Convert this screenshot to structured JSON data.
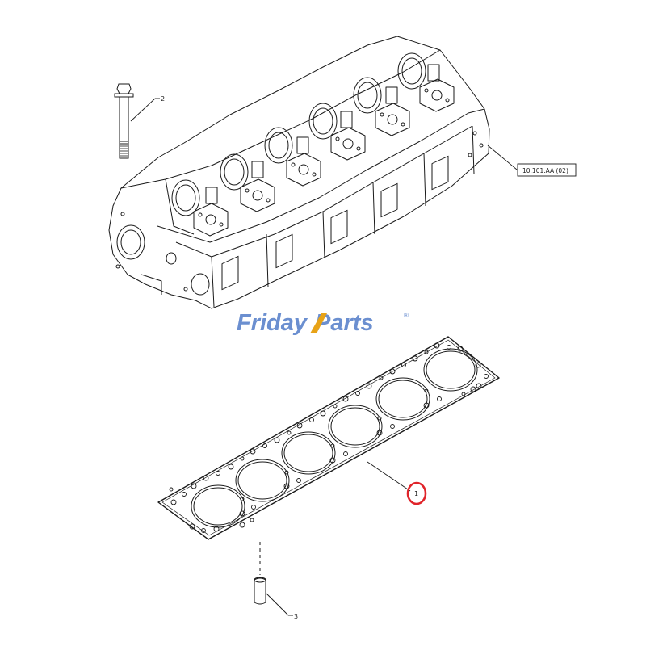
{
  "watermark": {
    "part1": "Friday",
    "part2": "Parts",
    "registered": "®",
    "color": "#6b8fd0",
    "accent_color": "#e8a317"
  },
  "callouts": [
    {
      "id": "1",
      "label": "1",
      "highlighted": true
    },
    {
      "id": "2",
      "label": "2",
      "highlighted": false
    },
    {
      "id": "3",
      "label": "3",
      "highlighted": false
    }
  ],
  "reference": {
    "label": "10.101.AA (02)"
  },
  "highlight_color": "#e0242a",
  "line_color": "#1a1a1a"
}
